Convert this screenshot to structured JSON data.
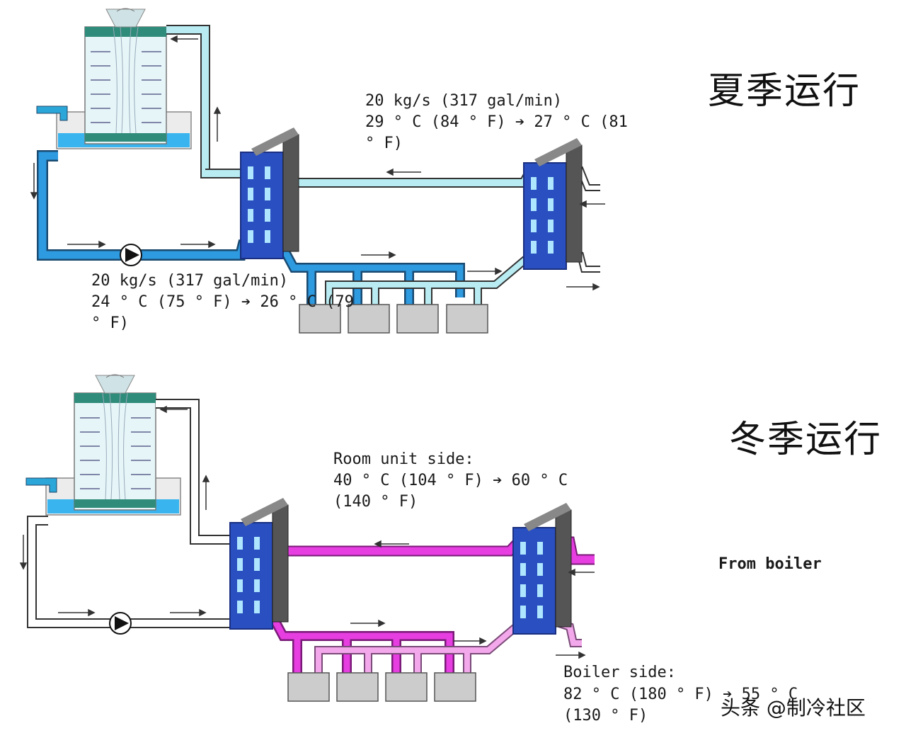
{
  "summary": {
    "title": "夏季运行",
    "top_flow": [
      "20 kg/s (317 gal/min)",
      "29 ° C (84 ° F) ➔ 27 ° C (81",
      "° F)"
    ],
    "bottom_flow": [
      "20 kg/s (317 gal/min)",
      "24 ° C (75 ° F) ➔ 26 ° C (79",
      "° F)"
    ]
  },
  "winter": {
    "title": "冬季运行",
    "room_side": [
      "Room unit side:",
      "40 ° C (104 ° F) ➔ 60 ° C",
      "(140 ° F)"
    ],
    "from_boiler": "From boiler",
    "boiler_side": [
      "Boiler side:",
      "82 ° C (180 ° F) ➔ 55 ° C",
      "(130 ° F)"
    ]
  },
  "watermark": "头条 @制冷社区",
  "colors": {
    "cool_light": "#b8ecf2",
    "cool_dark": "#2e9ae0",
    "hot_magenta": "#e63ee0",
    "hot_pink": "#f4a8ec",
    "exchanger_blue": "#2a4fc0",
    "unit_gray": "#cccccc"
  },
  "icons": [
    "cooling-tower-icon",
    "faucet-icon",
    "pump-icon",
    "heat-exchanger-icon",
    "fan-coil-unit-icon",
    "flow-arrow-icon"
  ]
}
